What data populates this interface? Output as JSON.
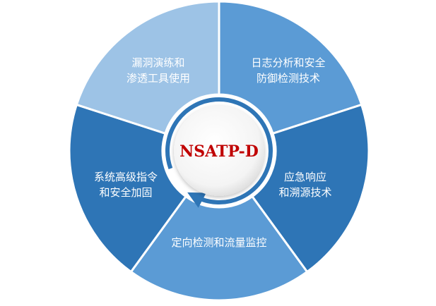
{
  "center": {
    "label": "NSATP-D",
    "color": "#c00000"
  },
  "segments": [
    {
      "lines": [
        "日志分析和安全",
        "防御检测技术"
      ],
      "color": "#5b9bd5"
    },
    {
      "lines": [
        "应急响应",
        "和溯源技术"
      ],
      "color": "#2e75b6"
    },
    {
      "lines": [
        "定向检测和流量监控"
      ],
      "color": "#5b9bd5"
    },
    {
      "lines": [
        "系统高级指令",
        "和安全加固"
      ],
      "color": "#2e75b6"
    },
    {
      "lines": [
        "漏洞演练和",
        "渗透工具使用"
      ],
      "color": "#9dc3e6"
    }
  ],
  "ring_color": "#2e75b6"
}
